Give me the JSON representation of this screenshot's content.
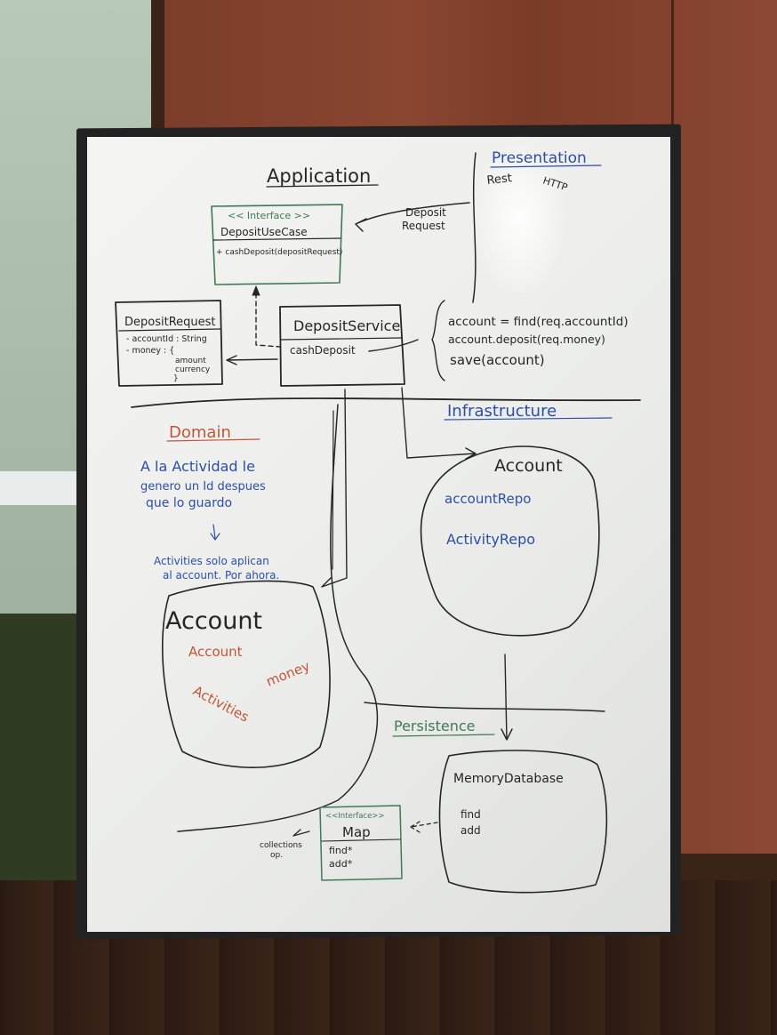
{
  "board": {
    "application": "Application",
    "presentation": "Presentation",
    "rest": "Rest",
    "http": "HTTP",
    "interface_stereotype": "<< Interface >>",
    "use_case_name": "DepositUseCase",
    "use_case_method": "+ cashDeposit(depositRequest)",
    "deposit_request_arrow": [
      "Deposit",
      "Request"
    ],
    "deposit_request_class": "DepositRequest",
    "deposit_request_fields": [
      "- accountId : String",
      "- money : {",
      "amount",
      "currency",
      "}"
    ],
    "deposit_service": "DepositService",
    "deposit_service_method": "cashDeposit",
    "steps": [
      "account = find(req.accountId)",
      "account.deposit(req.money)",
      "save(account)"
    ],
    "infrastructure": "Infrastructure",
    "infra_account_title": "Account",
    "infra_repos": [
      "accountRepo",
      "ActivityRepo"
    ],
    "domain": "Domain",
    "domain_note": [
      "A la Actividad le",
      "genero un Id despues",
      "que lo guardo"
    ],
    "activities_note": [
      "Activities solo aplican",
      "al account. Por ahora."
    ],
    "domain_account_title": "Account",
    "domain_items": [
      "Account",
      "money",
      "Activities"
    ],
    "persistence": "Persistence",
    "memory_db": "MemoryDatabase",
    "memory_db_methods": [
      "find",
      "add"
    ],
    "map_stereotype": "<<Interface>>",
    "map_name": "Map",
    "map_methods": [
      "find*",
      "add*"
    ],
    "collections_note": [
      "collections",
      "op."
    ]
  },
  "colors": {
    "green_ink": "#3f7a52",
    "black_ink": "#262626",
    "blue_ink": "#2b4fa8",
    "red_ink": "#c2553a",
    "board": "#f0f0ee"
  }
}
